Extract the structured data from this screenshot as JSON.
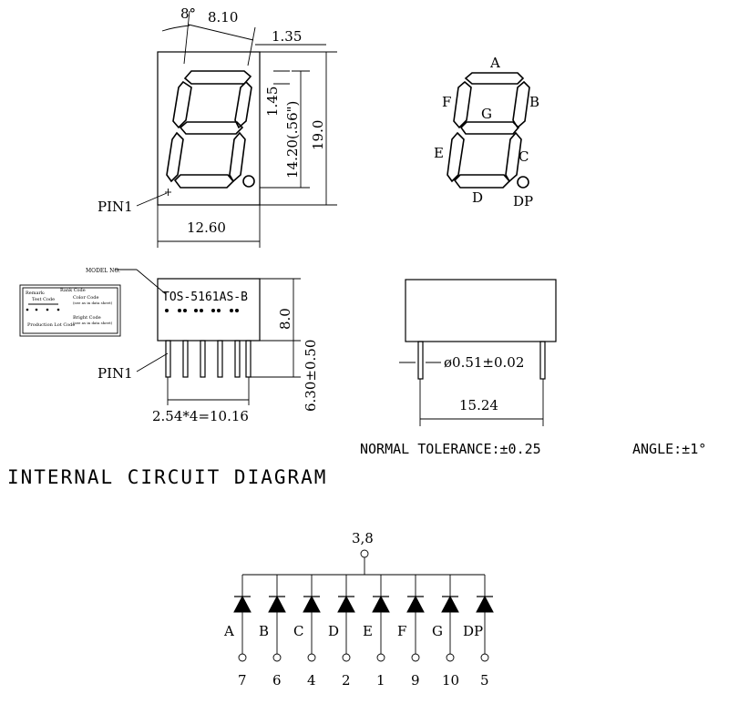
{
  "dimensions": {
    "tilt": "8°",
    "digit_width_top": "8.10",
    "dp_offset": "1.35",
    "segment_width": "1.45",
    "digit_height": "14.20(.56\")",
    "body_height": "19.0",
    "body_width": "12.60",
    "side_height": "8.0",
    "pin_length": "6.30±0.50",
    "pin_pitch": "2.54*4=10.16",
    "pin_diameter": "ø0.51±0.02",
    "row_spacing": "15.24"
  },
  "labels": {
    "pin1_front": "PIN1",
    "pin1_side": "PIN1",
    "part_number": "TOS-5161AS-B",
    "model_no": "MODEL NO.",
    "remark": "Remark:",
    "test_code": "Test Code",
    "rank_code": "Rank Code",
    "color_code": "Color Code",
    "color_code_note": "(see as in data sheet)",
    "bright_code": "Bright Code",
    "bright_code_note": "(see as in data sheet)",
    "production_lot": "Production Lot Code"
  },
  "segments_diagram": {
    "A": "A",
    "B": "B",
    "C": "C",
    "D": "D",
    "E": "E",
    "F": "F",
    "G": "G",
    "DP": "DP"
  },
  "tolerance": {
    "normal": "NORMAL TOLERANCE:±0.25",
    "angle": "ANGLE:±1°"
  },
  "circuit": {
    "title": "INTERNAL CIRCUIT DIAGRAM",
    "common_pins": "3,8",
    "segments": [
      "A",
      "B",
      "C",
      "D",
      "E",
      "F",
      "G",
      "DP"
    ],
    "pins": [
      "7",
      "6",
      "4",
      "2",
      "1",
      "9",
      "10",
      "5"
    ]
  }
}
